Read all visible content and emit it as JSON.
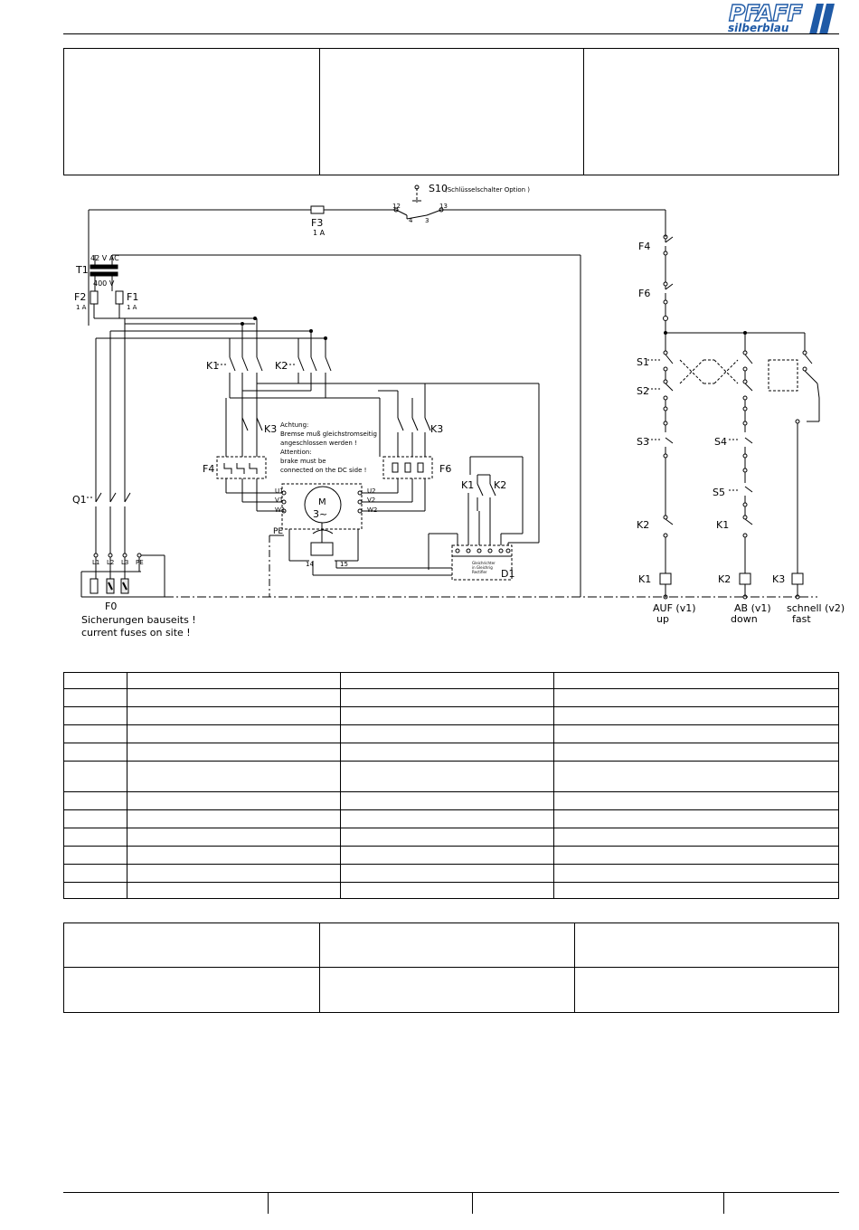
{
  "logo": {
    "brand": "PFAFF",
    "sub": "silberblau",
    "accent": "#1f5aa6"
  },
  "schematic": {
    "fuses": {
      "f3": "F3",
      "f3_rating": "1 A",
      "f1": "F1",
      "f1_rating": "1 A",
      "f2": "F2",
      "f2_rating": "1 A",
      "f4": "F4",
      "f6": "F6",
      "f0": "F0"
    },
    "key_switch": {
      "label": "S10",
      "note": "(Schlüsselschalter Option )",
      "t12": "12",
      "t13": "13",
      "t4": "4",
      "t3": "3"
    },
    "transformer": {
      "label": "T1",
      "secondary": "42 V AC",
      "primary": "400 V"
    },
    "main_switch": {
      "label": "Q1"
    },
    "contactors": {
      "k1": "K1",
      "k2": "K2",
      "k3": "K3"
    },
    "motor": {
      "label": "M",
      "type": "3~",
      "u1": "U1",
      "v1": "V1",
      "w1": "W1",
      "u2": "U2",
      "v2": "V2",
      "w2": "W2",
      "pe": "PE",
      "t14": "14",
      "t15": "15"
    },
    "brake_note": {
      "l1": "Achtung:",
      "l2": "Bremse muß gleichstromseitig",
      "l3": "angeschlossen werden !",
      "l4": "Attention:",
      "l5": "brake must be",
      "l6": "connected on the DC side !"
    },
    "rectifier": {
      "label": "D1",
      "de": "Gleichrichter",
      "en1": "in Gleichrig",
      "en2": "Rectifier"
    },
    "supply": {
      "l1": "L1",
      "l2": "L2",
      "l3": "L3",
      "pe": "PE"
    },
    "fuse_note": {
      "de": "Sicherungen bauseits !",
      "en": "current fuses on site !"
    },
    "control": {
      "s1": "S1",
      "s2": "S2",
      "s3": "S3",
      "s4": "S4",
      "s5": "S5",
      "coil_k1": "K1",
      "coil_k2": "K2",
      "coil_k3": "K3",
      "up_de": "AUF (v1)",
      "up_en": "up",
      "down_de": "AB (v1)",
      "down_en": "down",
      "fast_de": "schnell (v2)",
      "fast_en": "fast"
    }
  },
  "parts_table": {
    "rows": [
      [
        "",
        "",
        "",
        ""
      ],
      [
        "",
        "",
        "",
        ""
      ],
      [
        "",
        "",
        "",
        ""
      ],
      [
        "",
        "",
        "",
        ""
      ],
      [
        "",
        "",
        "",
        ""
      ],
      [
        "",
        "",
        "",
        ""
      ],
      [
        "",
        "",
        "",
        ""
      ],
      [
        "",
        "",
        "",
        ""
      ],
      [
        "",
        "",
        "",
        ""
      ],
      [
        "",
        "",
        "",
        ""
      ],
      [
        "",
        "",
        "",
        ""
      ],
      [
        "",
        "",
        "",
        ""
      ]
    ]
  }
}
